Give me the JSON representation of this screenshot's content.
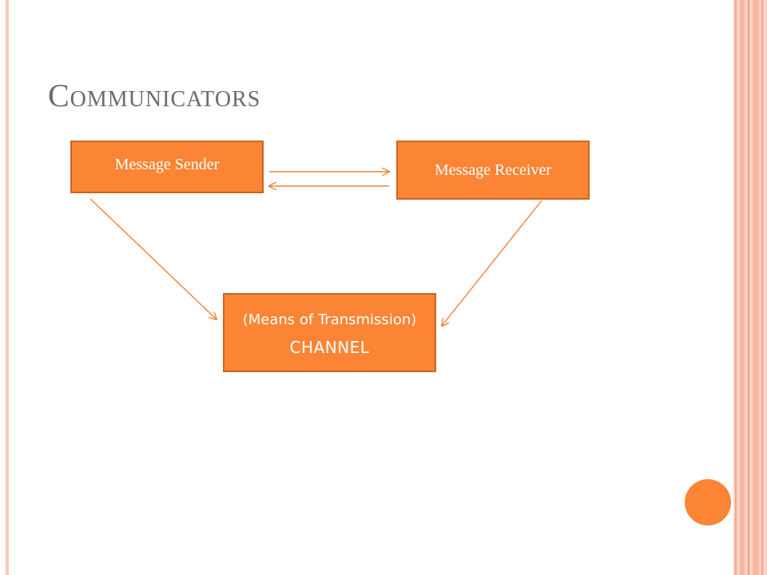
{
  "slide": {
    "title": "Communicators",
    "accent_color": "#fb8535"
  },
  "diagram": {
    "sender": {
      "label": "Message Sender"
    },
    "receiver": {
      "label": "Message Receiver"
    },
    "channel": {
      "subtitle": "(Means of Transmission)",
      "label": "CHANNEL"
    }
  }
}
